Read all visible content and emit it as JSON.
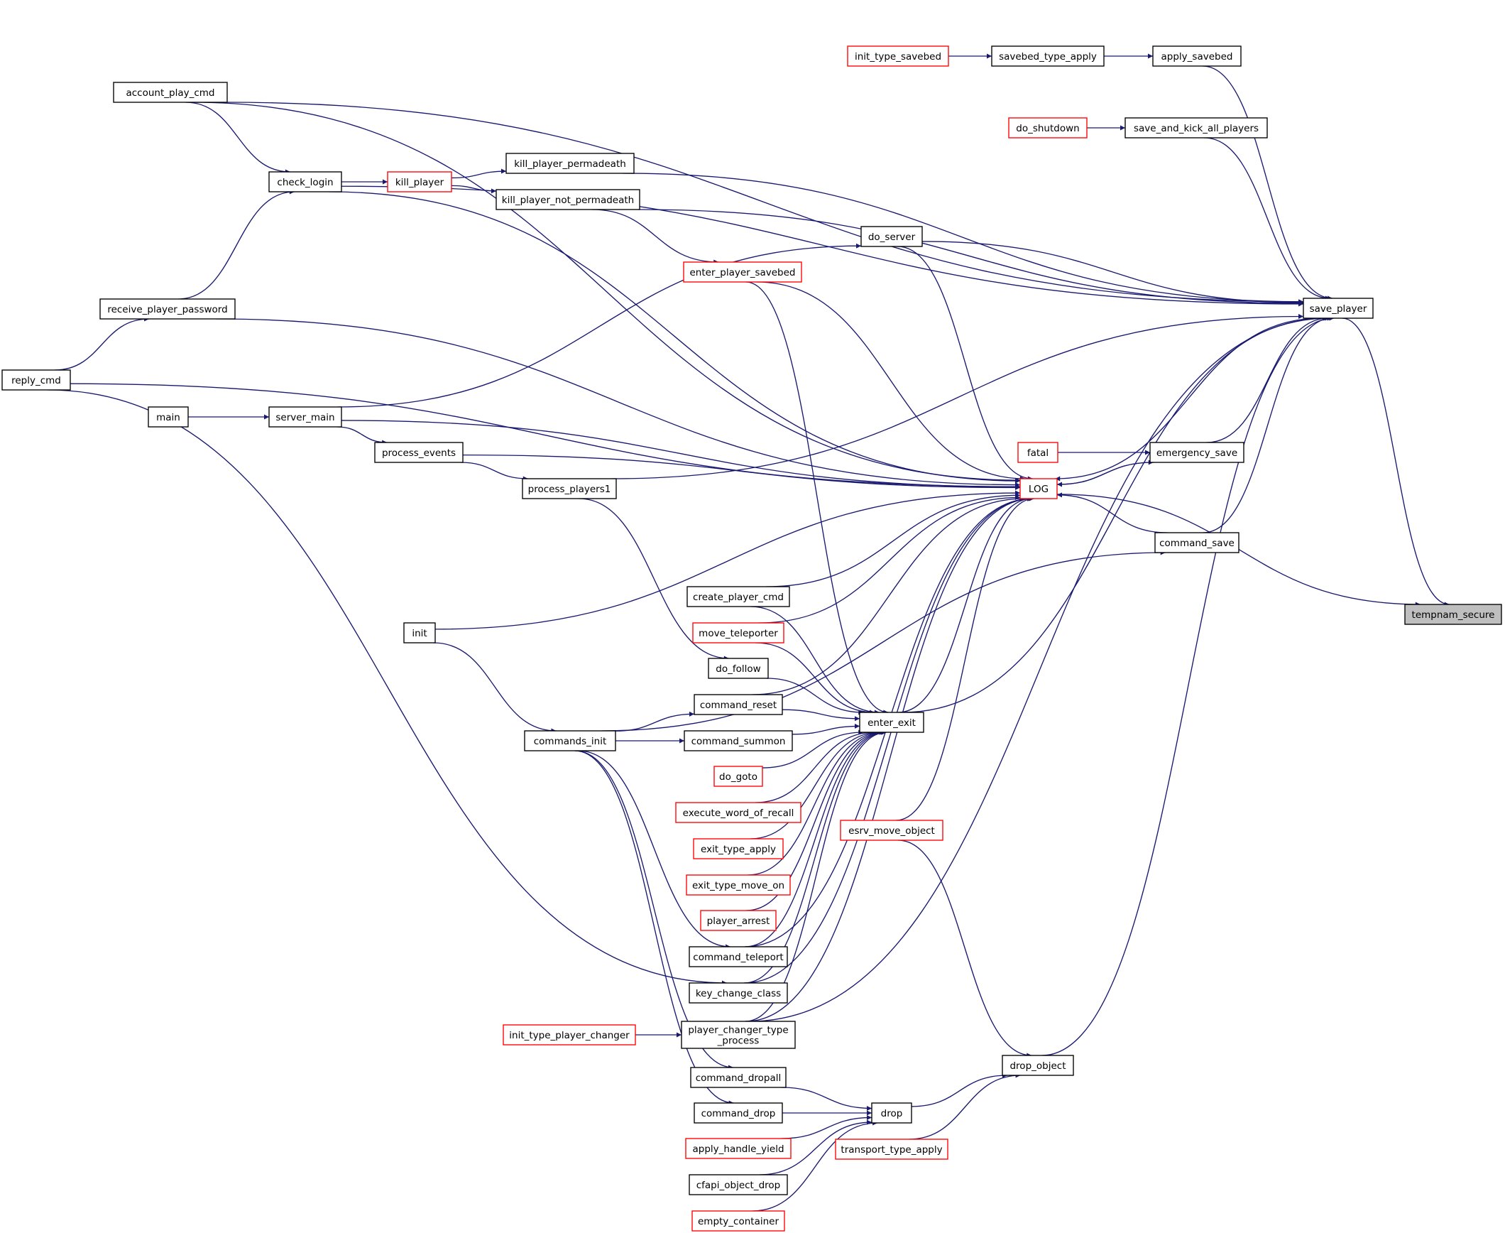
{
  "graph": {
    "colors": {
      "edge": "#191970",
      "border_default": "#000000",
      "border_incomplete": "#ff0000",
      "root_fill": "#bfbfbf"
    },
    "nodes": [
      {
        "id": "reply_cmd",
        "label": "reply_cmd",
        "style": "black"
      },
      {
        "id": "account_play_cmd",
        "label": "account_play_cmd",
        "style": "black"
      },
      {
        "id": "receive_player_password",
        "label": "receive_player_password",
        "style": "black"
      },
      {
        "id": "main",
        "label": "main",
        "style": "black"
      },
      {
        "id": "check_login",
        "label": "check_login",
        "style": "black"
      },
      {
        "id": "server_main",
        "label": "server_main",
        "style": "black"
      },
      {
        "id": "kill_player",
        "label": "kill_player",
        "style": "red"
      },
      {
        "id": "process_events",
        "label": "process_events",
        "style": "black"
      },
      {
        "id": "kill_player_permadeath",
        "label": "kill_player_permadeath",
        "style": "black"
      },
      {
        "id": "kill_player_not_permadeath",
        "label": "kill_player_not_permadeath",
        "style": "black"
      },
      {
        "id": "process_players1",
        "label": "process_players1",
        "style": "black"
      },
      {
        "id": "init",
        "label": "init",
        "style": "black"
      },
      {
        "id": "commands_init",
        "label": "commands_init",
        "style": "black"
      },
      {
        "id": "init_type_player_changer",
        "label": "init_type_player_changer",
        "style": "red"
      },
      {
        "id": "init_type_savebed",
        "label": "init_type_savebed",
        "style": "red"
      },
      {
        "id": "enter_player_savebed",
        "label": "enter_player_savebed",
        "style": "red"
      },
      {
        "id": "create_player_cmd",
        "label": "create_player_cmd",
        "style": "black"
      },
      {
        "id": "move_teleporter",
        "label": "move_teleporter",
        "style": "red"
      },
      {
        "id": "do_follow",
        "label": "do_follow",
        "style": "black"
      },
      {
        "id": "command_reset",
        "label": "command_reset",
        "style": "black"
      },
      {
        "id": "command_summon",
        "label": "command_summon",
        "style": "black"
      },
      {
        "id": "do_goto",
        "label": "do_goto",
        "style": "red"
      },
      {
        "id": "execute_word_of_recall",
        "label": "execute_word_of_recall",
        "style": "red"
      },
      {
        "id": "exit_type_apply",
        "label": "exit_type_apply",
        "style": "red"
      },
      {
        "id": "exit_type_move_on",
        "label": "exit_type_move_on",
        "style": "red"
      },
      {
        "id": "player_arrest",
        "label": "player_arrest",
        "style": "red"
      },
      {
        "id": "command_teleport",
        "label": "command_teleport",
        "style": "black"
      },
      {
        "id": "key_change_class",
        "label": "key_change_class",
        "style": "black"
      },
      {
        "id": "player_changer_type_process",
        "label": "player_changer_type\n_process",
        "style": "black"
      },
      {
        "id": "command_dropall",
        "label": "command_dropall",
        "style": "black"
      },
      {
        "id": "command_drop",
        "label": "command_drop",
        "style": "black"
      },
      {
        "id": "apply_handle_yield",
        "label": "apply_handle_yield",
        "style": "red"
      },
      {
        "id": "cfapi_object_drop",
        "label": "cfapi_object_drop",
        "style": "black"
      },
      {
        "id": "empty_container",
        "label": "empty_container",
        "style": "red"
      },
      {
        "id": "do_server",
        "label": "do_server",
        "style": "black"
      },
      {
        "id": "enter_exit",
        "label": "enter_exit",
        "style": "black"
      },
      {
        "id": "esrv_move_object",
        "label": "esrv_move_object",
        "style": "red"
      },
      {
        "id": "drop",
        "label": "drop",
        "style": "black"
      },
      {
        "id": "transport_type_apply",
        "label": "transport_type_apply",
        "style": "red"
      },
      {
        "id": "savebed_type_apply",
        "label": "savebed_type_apply",
        "style": "black"
      },
      {
        "id": "do_shutdown",
        "label": "do_shutdown",
        "style": "red"
      },
      {
        "id": "fatal",
        "label": "fatal",
        "style": "red"
      },
      {
        "id": "LOG",
        "label": "LOG",
        "style": "red"
      },
      {
        "id": "drop_object",
        "label": "drop_object",
        "style": "black"
      },
      {
        "id": "apply_savebed",
        "label": "apply_savebed",
        "style": "black"
      },
      {
        "id": "save_and_kick_all_players",
        "label": "save_and_kick_all_players",
        "style": "black"
      },
      {
        "id": "emergency_save",
        "label": "emergency_save",
        "style": "black"
      },
      {
        "id": "command_save",
        "label": "command_save",
        "style": "black"
      },
      {
        "id": "save_player",
        "label": "save_player",
        "style": "black"
      },
      {
        "id": "tempnam_secure",
        "label": "tempnam_secure",
        "style": "root"
      }
    ],
    "edges": [
      [
        "save_player",
        "tempnam_secure"
      ],
      [
        "LOG",
        "tempnam_secure"
      ],
      [
        "apply_savebed",
        "save_player"
      ],
      [
        "save_and_kick_all_players",
        "save_player"
      ],
      [
        "emergency_save",
        "save_player"
      ],
      [
        "command_save",
        "save_player"
      ],
      [
        "drop_object",
        "save_player"
      ],
      [
        "enter_exit",
        "save_player"
      ],
      [
        "do_server",
        "save_player"
      ],
      [
        "kill_player_permadeath",
        "save_player"
      ],
      [
        "kill_player_not_permadeath",
        "save_player"
      ],
      [
        "account_play_cmd",
        "save_player"
      ],
      [
        "check_login",
        "save_player"
      ],
      [
        "process_players1",
        "save_player"
      ],
      [
        "player_changer_type_process",
        "save_player"
      ],
      [
        "save_player",
        "LOG"
      ],
      [
        "emergency_save",
        "LOG"
      ],
      [
        "LOG",
        "emergency_save"
      ],
      [
        "fatal",
        "emergency_save"
      ],
      [
        "command_save",
        "LOG"
      ],
      [
        "savebed_type_apply",
        "apply_savebed"
      ],
      [
        "init_type_savebed",
        "savebed_type_apply"
      ],
      [
        "do_shutdown",
        "save_and_kick_all_players"
      ],
      [
        "reply_cmd",
        "receive_player_password"
      ],
      [
        "receive_player_password",
        "check_login"
      ],
      [
        "account_play_cmd",
        "check_login"
      ],
      [
        "check_login",
        "kill_player"
      ],
      [
        "kill_player",
        "kill_player_permadeath"
      ],
      [
        "kill_player",
        "kill_player_not_permadeath"
      ],
      [
        "main",
        "server_main"
      ],
      [
        "server_main",
        "process_events"
      ],
      [
        "process_events",
        "process_players1"
      ],
      [
        "server_main",
        "do_server"
      ],
      [
        "kill_player_not_permadeath",
        "enter_player_savebed"
      ],
      [
        "process_players1",
        "do_follow"
      ],
      [
        "init",
        "commands_init"
      ],
      [
        "commands_init",
        "command_reset"
      ],
      [
        "commands_init",
        "command_summon"
      ],
      [
        "commands_init",
        "command_teleport"
      ],
      [
        "commands_init",
        "command_dropall"
      ],
      [
        "commands_init",
        "command_drop"
      ],
      [
        "commands_init",
        "command_save"
      ],
      [
        "reply_cmd",
        "key_change_class"
      ],
      [
        "init_type_player_changer",
        "player_changer_type_process"
      ],
      [
        "enter_player_savebed",
        "enter_exit"
      ],
      [
        "create_player_cmd",
        "enter_exit"
      ],
      [
        "move_teleporter",
        "enter_exit"
      ],
      [
        "do_follow",
        "enter_exit"
      ],
      [
        "command_reset",
        "enter_exit"
      ],
      [
        "command_summon",
        "enter_exit"
      ],
      [
        "do_goto",
        "enter_exit"
      ],
      [
        "execute_word_of_recall",
        "enter_exit"
      ],
      [
        "exit_type_apply",
        "enter_exit"
      ],
      [
        "exit_type_move_on",
        "enter_exit"
      ],
      [
        "player_arrest",
        "enter_exit"
      ],
      [
        "command_teleport",
        "enter_exit"
      ],
      [
        "key_change_class",
        "enter_exit"
      ],
      [
        "player_changer_type_process",
        "enter_exit"
      ],
      [
        "command_dropall",
        "drop"
      ],
      [
        "command_drop",
        "drop"
      ],
      [
        "apply_handle_yield",
        "drop"
      ],
      [
        "cfapi_object_drop",
        "drop"
      ],
      [
        "empty_container",
        "drop"
      ],
      [
        "drop",
        "drop_object"
      ],
      [
        "transport_type_apply",
        "drop_object"
      ],
      [
        "esrv_move_object",
        "drop_object"
      ],
      [
        "account_play_cmd",
        "LOG"
      ],
      [
        "check_login",
        "LOG"
      ],
      [
        "reply_cmd",
        "LOG"
      ],
      [
        "receive_player_password",
        "LOG"
      ],
      [
        "server_main",
        "LOG"
      ],
      [
        "process_events",
        "LOG"
      ],
      [
        "do_server",
        "LOG"
      ],
      [
        "enter_player_savebed",
        "LOG"
      ],
      [
        "init",
        "LOG"
      ],
      [
        "create_player_cmd",
        "LOG"
      ],
      [
        "move_teleporter",
        "LOG"
      ],
      [
        "command_reset",
        "LOG"
      ],
      [
        "enter_exit",
        "LOG"
      ],
      [
        "esrv_move_object",
        "LOG"
      ],
      [
        "command_teleport",
        "LOG"
      ],
      [
        "key_change_class",
        "LOG"
      ],
      [
        "player_changer_type_process",
        "LOG"
      ]
    ]
  }
}
